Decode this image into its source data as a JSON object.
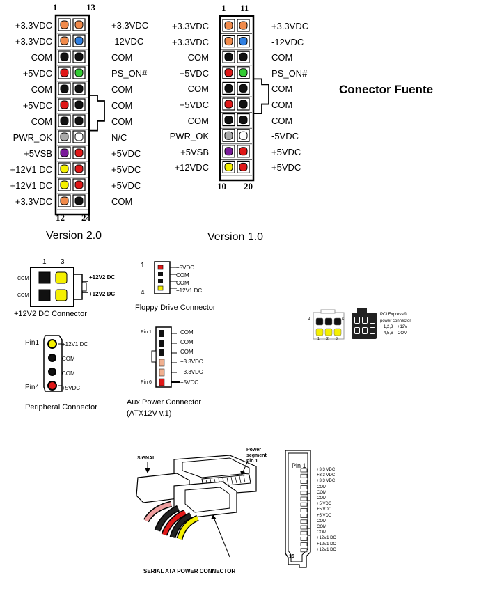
{
  "title": "Conector Fuente",
  "colors": {
    "orange": "#f08a4b",
    "blue": "#2f7fe0",
    "black": "#111111",
    "red": "#e01818",
    "green": "#33cc33",
    "gray": "#aaaaaa",
    "white": "#ffffff",
    "purple": "#7a1a9a",
    "yellow": "#f5f000"
  },
  "atx24": {
    "caption": "Version 2.0",
    "pin_top_left": "1",
    "pin_top_right": "13",
    "pin_bottom_left": "12",
    "pin_bottom_right": "24",
    "left_labels": [
      "+3.3VDC",
      "+3.3VDC",
      "COM",
      "+5VDC",
      "COM",
      "+5VDC",
      "COM",
      "PWR_OK",
      "+5VSB",
      "+12V1 DC",
      "+12V1 DC",
      "+3.3VDC"
    ],
    "right_labels": [
      "+3.3VDC",
      "-12VDC",
      "COM",
      "PS_ON#",
      "COM",
      "COM",
      "COM",
      "N/C",
      "+5VDC",
      "+5VDC",
      "+5VDC",
      "COM"
    ],
    "left_colors": [
      "orange",
      "orange",
      "black",
      "red",
      "black",
      "red",
      "black",
      "gray",
      "purple",
      "yellow",
      "yellow",
      "orange"
    ],
    "right_colors": [
      "orange",
      "blue",
      "black",
      "green",
      "black",
      "black",
      "black",
      "white",
      "red",
      "red",
      "red",
      "black"
    ]
  },
  "atx20": {
    "caption": "Version 1.0",
    "pin_top_left": "1",
    "pin_top_right": "11",
    "pin_bottom_left": "10",
    "pin_bottom_right": "20",
    "left_labels": [
      "+3.3VDC",
      "+3.3VDC",
      "COM",
      "+5VDC",
      "COM",
      "+5VDC",
      "COM",
      "PWR_OK",
      "+5VSB",
      "+12VDC"
    ],
    "right_labels": [
      "+3.3VDC",
      "-12VDC",
      "COM",
      "PS_ON#",
      "COM",
      "COM",
      "COM",
      "-5VDC",
      "+5VDC",
      "+5VDC"
    ],
    "left_colors": [
      "orange",
      "orange",
      "black",
      "red",
      "black",
      "red",
      "black",
      "gray",
      "purple",
      "yellow"
    ],
    "right_colors": [
      "orange",
      "blue",
      "black",
      "green",
      "black",
      "black",
      "black",
      "white",
      "red",
      "red"
    ]
  },
  "p4": {
    "caption": "+12V2 DC Connector",
    "pin_1": "1",
    "pin_3": "3",
    "left_labels": [
      "COM",
      "COM"
    ],
    "right_labels": [
      "+12V2 DC",
      "+12V2 DC"
    ]
  },
  "floppy": {
    "caption": "Floppy Drive Connector",
    "pin_1": "1",
    "pin_4": "4",
    "labels": [
      "+5VDC",
      "COM",
      "COM",
      "+12V1 DC"
    ]
  },
  "peripheral": {
    "caption": "Peripheral Connector",
    "pin_1": "Pin1",
    "pin_4": "Pin4",
    "labels": [
      "+12V1 DC",
      "COM",
      "COM",
      "+5VDC"
    ]
  },
  "aux": {
    "caption_line1": "Aux Power Connector",
    "caption_line2": "(ATX12V v.1)",
    "pin_1": "Pin 1",
    "pin_6": "Pin 6",
    "labels": [
      "COM",
      "COM",
      "COM",
      "+3.3VDC",
      "+3.3VDC",
      "+5VDC"
    ]
  },
  "pcie": {
    "title_line1": "PCI Express®",
    "title_line2": "power connector",
    "row1_pins": "1,2,3",
    "row1_value": "+12V",
    "row2_pins": "4,5,6",
    "row2_value": "COM",
    "pin_4": "4",
    "pin_6": "6",
    "pin_1": "1",
    "pin_2": "2",
    "pin_3": "3"
  },
  "sata": {
    "signal_label": "SIGNAL",
    "power_label_line1": "Power",
    "power_label_line2": "segment",
    "power_label_line3": "pin 1",
    "caption": "SERIAL ATA POWER CONNECTOR",
    "pin_1": "Pin 1",
    "pin_15": "15",
    "labels": [
      "+3.3 VDC",
      "+3.3 VDC",
      "+3.3 VDC",
      "COM",
      "COM",
      "COM",
      "+5 VDC",
      "+5 VDC",
      "+5 VDC",
      "COM",
      "COM",
      "COM",
      "+12V1 DC",
      "+12V1 DC",
      "+12V1 DC"
    ]
  }
}
